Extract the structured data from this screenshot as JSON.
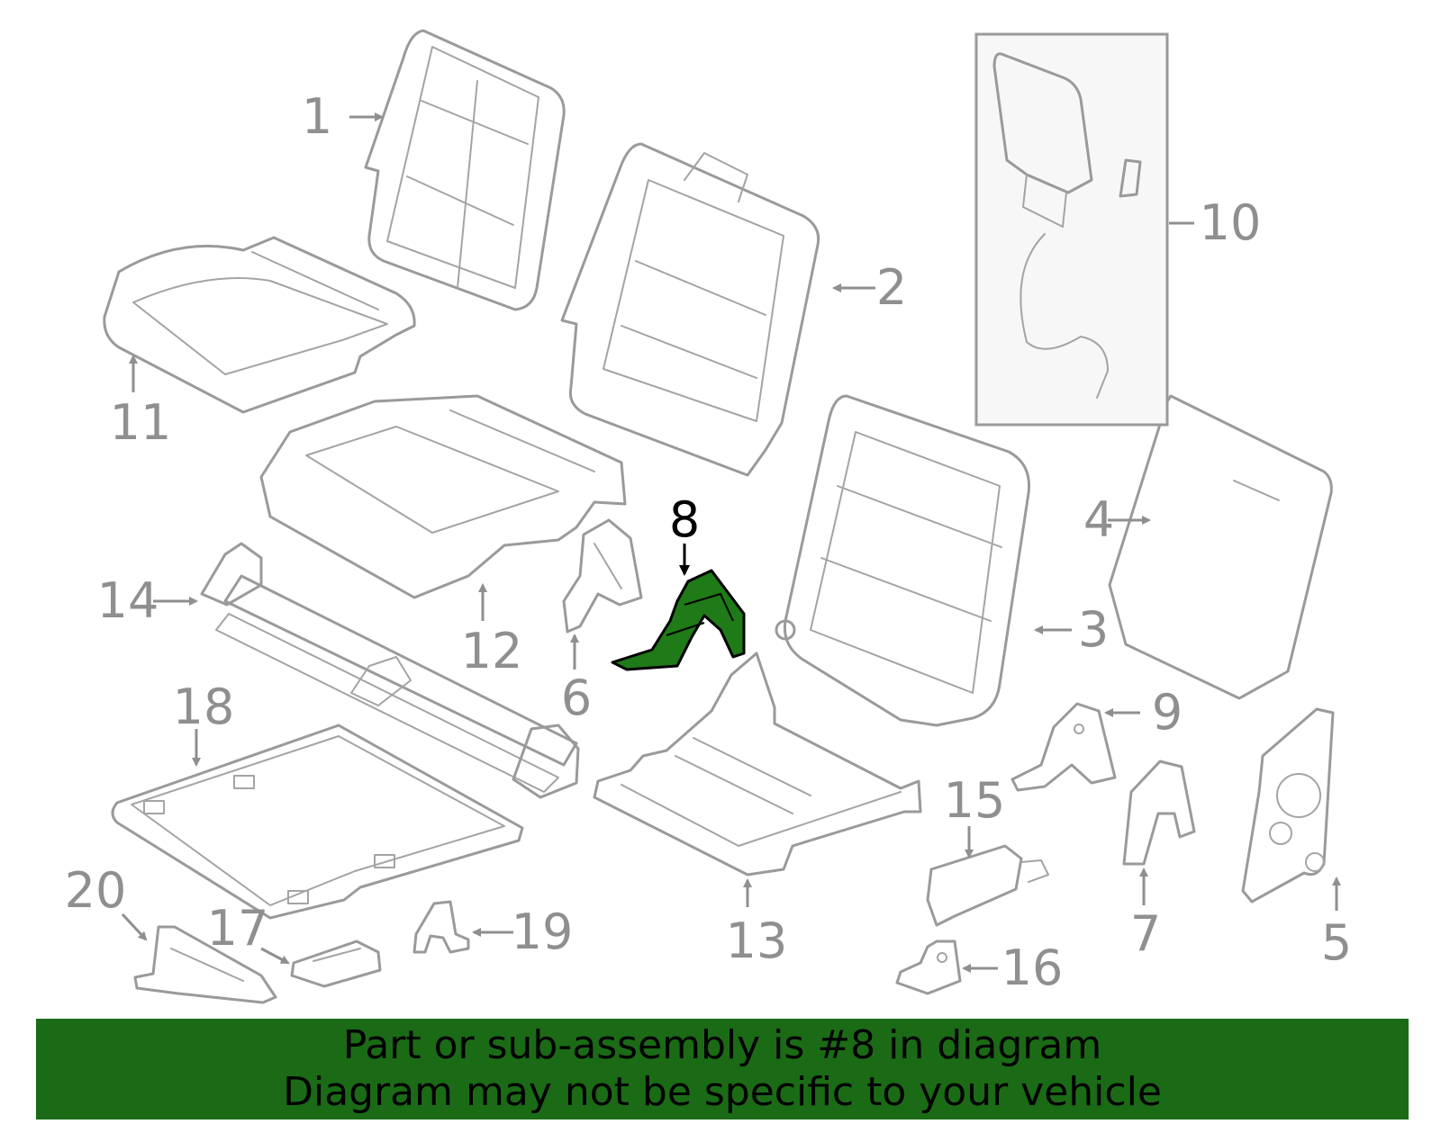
{
  "colors": {
    "banner_background": "#1b6b16",
    "highlight_fill": "#1f7a18",
    "part_stroke": "#9a9a9a",
    "label_text": "#8f8f8f",
    "highlight_label": "#000000"
  },
  "callouts": {
    "p1": "1",
    "p2": "2",
    "p3": "3",
    "p4": "4",
    "p5": "5",
    "p6": "6",
    "p7": "7",
    "p8": "8",
    "p9": "9",
    "p10": "10",
    "p11": "11",
    "p12": "12",
    "p13": "13",
    "p14": "14",
    "p15": "15",
    "p16": "16",
    "p17": "17",
    "p18": "18",
    "p19": "19",
    "p20": "20"
  },
  "highlighted_part": "8",
  "banner": {
    "line1": "Part or sub-assembly is #8 in diagram",
    "line2": "Diagram may not be specific to your vehicle"
  }
}
